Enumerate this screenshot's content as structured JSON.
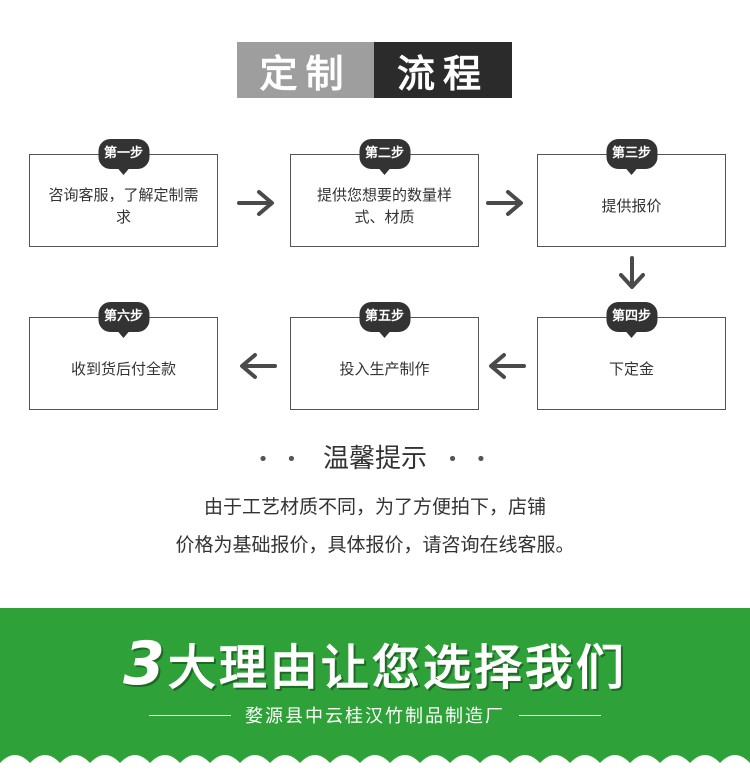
{
  "title": {
    "left": "定制",
    "right": "流程"
  },
  "steps": [
    {
      "badge": "第一步",
      "text": "咨询客服，了解定制需求"
    },
    {
      "badge": "第二步",
      "text": "提供您想要的数量样式、材质"
    },
    {
      "badge": "第三步",
      "text": "提供报价"
    },
    {
      "badge": "第四步",
      "text": "下定金"
    },
    {
      "badge": "第五步",
      "text": "投入生产制作"
    },
    {
      "badge": "第六步",
      "text": "收到货后付全款"
    }
  ],
  "tip": {
    "dots_left": "• •",
    "title": "温馨提示",
    "dots_right": "• •",
    "line1": "由于工艺材质不同，为了方便拍下，店铺",
    "line2": "价格为基础报价，具体报价，请咨询在线客服。"
  },
  "banner": {
    "number": "3",
    "title": "大理由让您选择我们",
    "subtitle": "婺源县中云桂汉竹制品制造厂",
    "color": "#2ea139"
  }
}
